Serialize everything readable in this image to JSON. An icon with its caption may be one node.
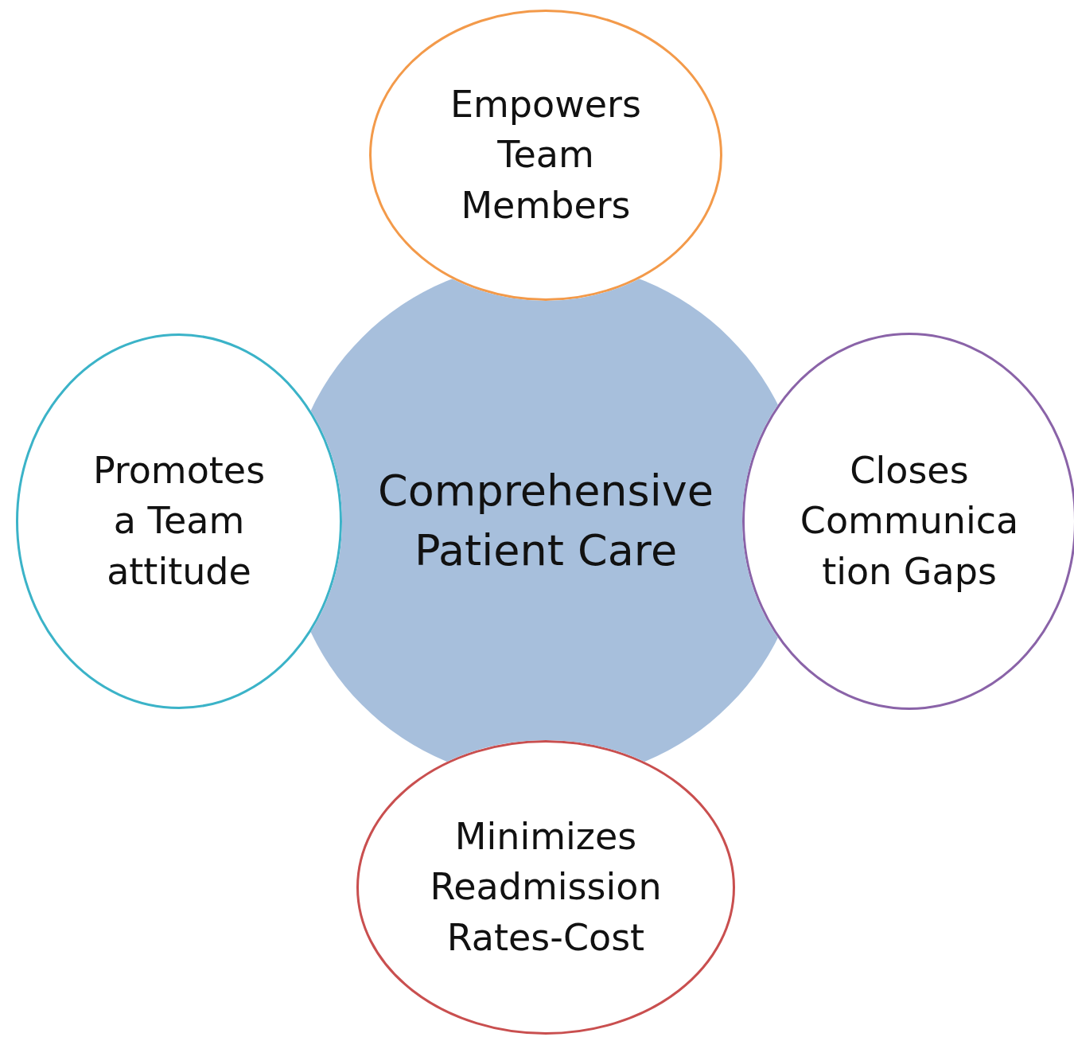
{
  "diagram": {
    "nodes": [
      {
        "text": [
          "Comprehensive Patient Care"
        ]
      },
      {
        "text": [
          "Empowers Team Members"
        ]
      },
      {
        "text": [
          "Promotes a Team attitude"
        ]
      },
      {
        "text": [
          "Closes Communica tion Gaps"
        ]
      },
      {
        "text": [
          "Minimizes Readmission Rates-Cost"
        ]
      }
    ]
  }
}
